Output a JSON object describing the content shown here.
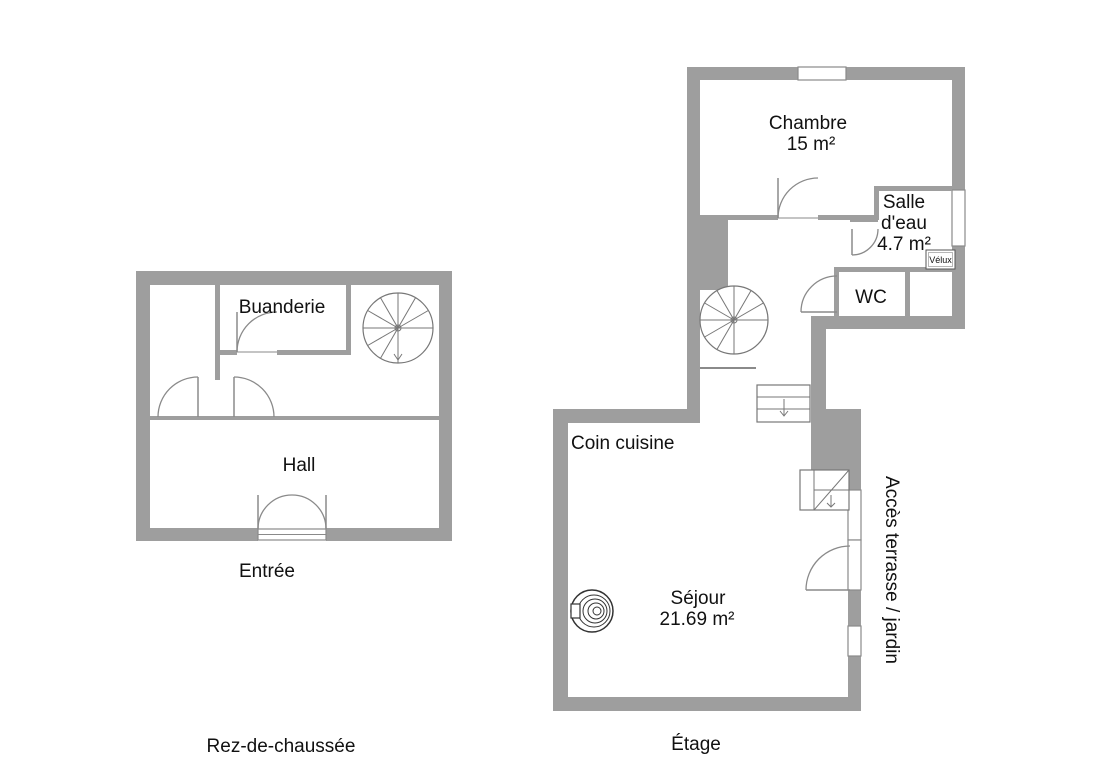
{
  "ground_floor": {
    "caption": "Rez-de-chaussée",
    "entrance_label": "Entrée",
    "rooms": {
      "buanderie": {
        "name": "Buanderie"
      },
      "hall": {
        "name": "Hall"
      }
    }
  },
  "upper_floor": {
    "caption": "Étage",
    "side_label": "Accès terrasse / jardin",
    "rooms": {
      "chambre": {
        "name": "Chambre",
        "area": "15 m²"
      },
      "salle_eau": {
        "name_line1": "Salle",
        "name_line2": "d'eau",
        "area": "4.7 m²",
        "skylight": "Vélux"
      },
      "wc": {
        "name": "WC"
      },
      "coin_cuisine": {
        "name": "Coin cuisine"
      },
      "sejour": {
        "name": "Séjour",
        "area": "21.69 m²"
      }
    }
  }
}
